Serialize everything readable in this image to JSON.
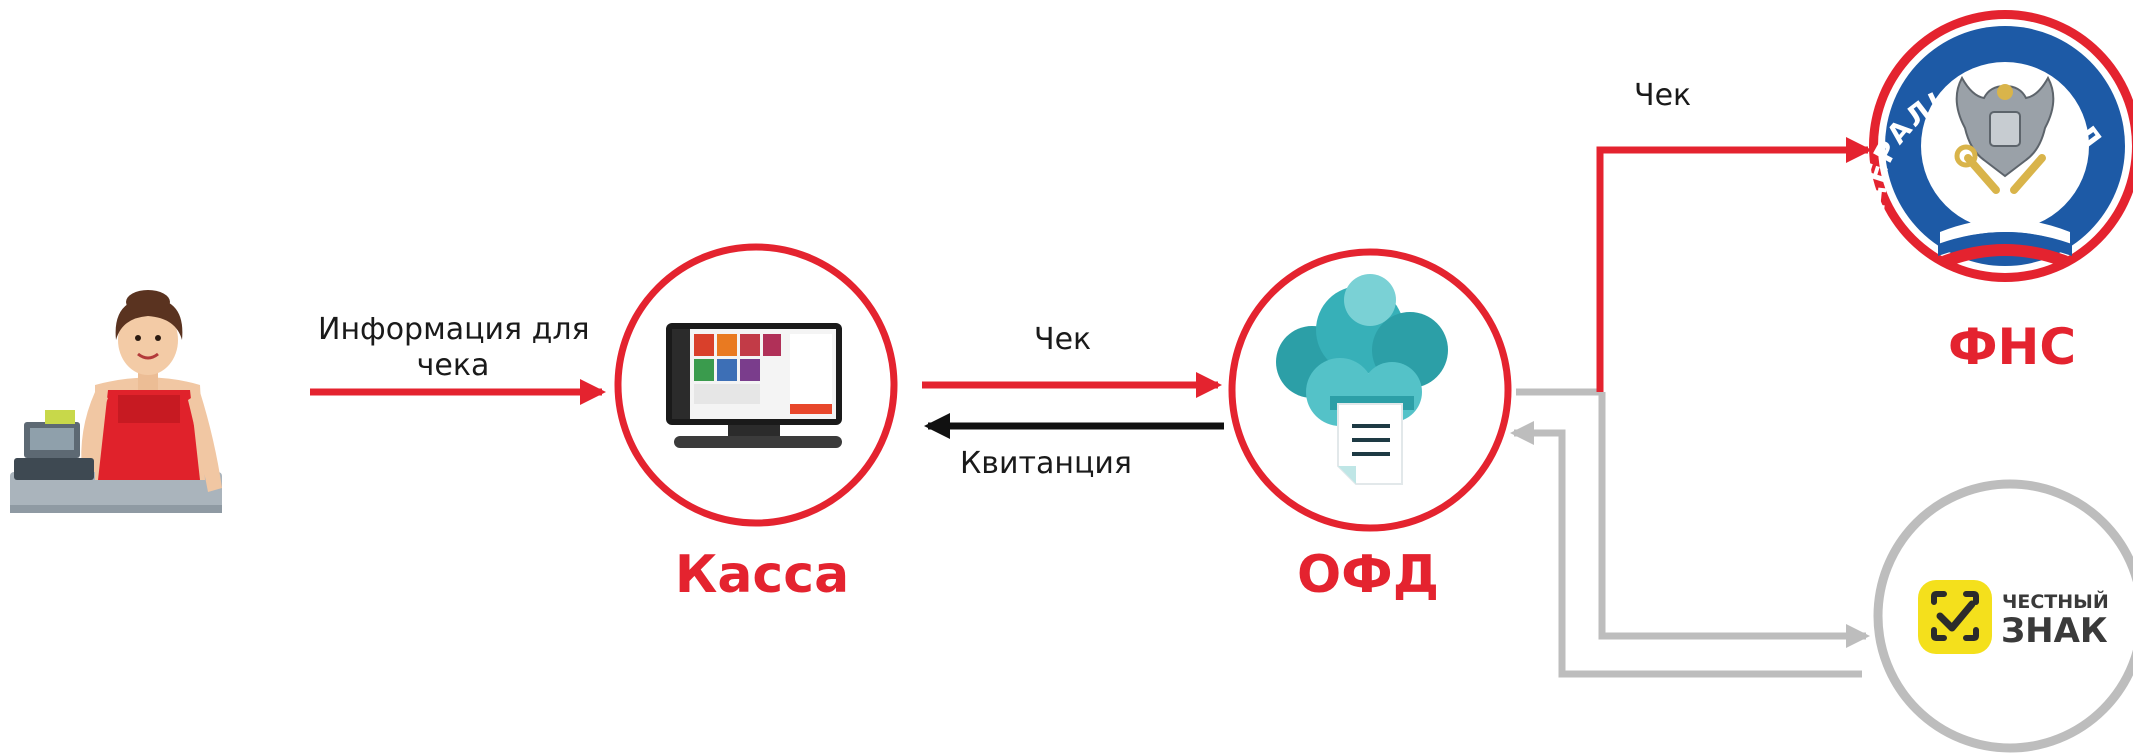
{
  "colors": {
    "accent_red": "#e4232f",
    "arrow_black": "#111111",
    "arrow_gray": "#bdbdbd",
    "fns_blue": "#1d5aa6",
    "znak_yellow": "#f4e01c"
  },
  "flow": {
    "info_label_line1": "Информация для",
    "info_label_line2": "чека",
    "check_label": "Чек",
    "receipt_label": "Квитанция",
    "fns_check_label": "Чек"
  },
  "nodes": {
    "cashier": {
      "icon": "cashier-woman-illustration"
    },
    "kassa": {
      "title": "Касса",
      "icon": "pos-terminal-icon"
    },
    "ofd": {
      "title": "ОФД",
      "icon": "cloud-receipt-icon"
    },
    "fns": {
      "title": "ФНС",
      "icon": "fns-emblem",
      "emblem_text": "ФЕДЕРАЛЬНАЯ НАЛОГОВАЯ СЛУЖБА"
    },
    "znak": {
      "icon": "chestny-znak-logo",
      "logo_line1": "ЧЕСТНЫЙ",
      "logo_line2": "ЗНАК"
    }
  }
}
